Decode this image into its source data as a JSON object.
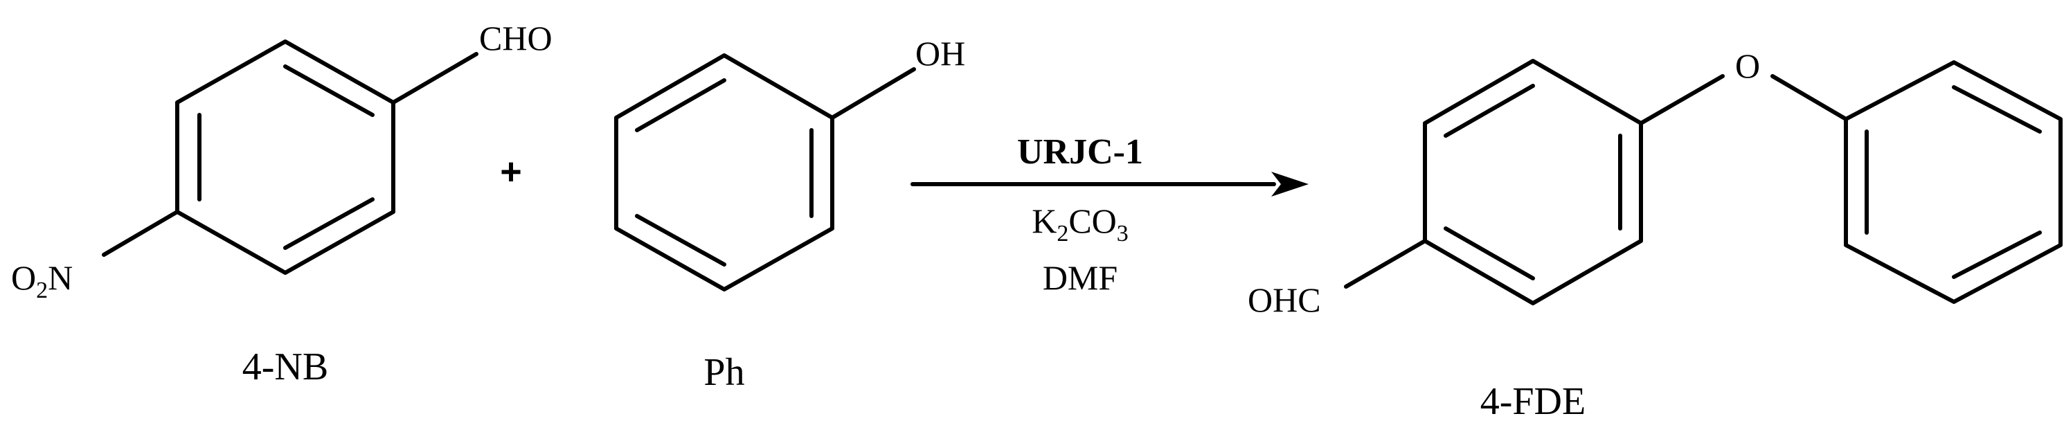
{
  "reactant_1": {
    "name": "4-NB",
    "aldehyde_group": "CHO",
    "nitro_group": {
      "atom_1": "O",
      "subscript": "2",
      "atom_2": "N"
    }
  },
  "plus_sign": "+",
  "reactant_2": {
    "name": "Ph",
    "hydroxyl_group": "OH"
  },
  "reaction_conditions": {
    "catalyst": "URJC-1",
    "base": {
      "prefix": "K",
      "subscript_1": "2",
      "middle": "CO",
      "subscript_2": "3"
    },
    "solvent": "DMF"
  },
  "product": {
    "name": "4-FDE",
    "ether_oxygen": "O",
    "aldehyde_group": "OHC"
  }
}
